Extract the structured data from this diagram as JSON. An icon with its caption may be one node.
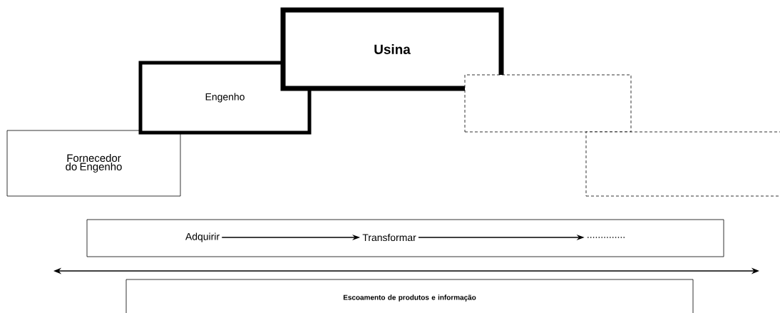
{
  "diagram": {
    "nodes": [
      {
        "text": [
          "Usina"
        ]
      },
      {
        "text": [
          "Engenho"
        ]
      },
      {
        "text": [],
        "shape": "box"
      },
      {
        "text": [
          "Fornecedor do Engenho"
        ]
      },
      {
        "text": [],
        "shape": "box"
      },
      {
        "text": [],
        "shape": "box"
      },
      {
        "text": [
          "Adquirir"
        ],
        "in": 5
      },
      {
        "text": [
          "Transformar"
        ],
        "in": 5
      },
      {
        "text": [
          ".............."
        ],
        "in": 5
      },
      {
        "text": [
          "Escoamento de produtos e informação"
        ]
      }
    ],
    "edges": [
      {
        "from": 6,
        "to": 7,
        "arrow": "to"
      },
      {
        "from": 7,
        "to": 8,
        "arrow": "to"
      }
    ]
  }
}
